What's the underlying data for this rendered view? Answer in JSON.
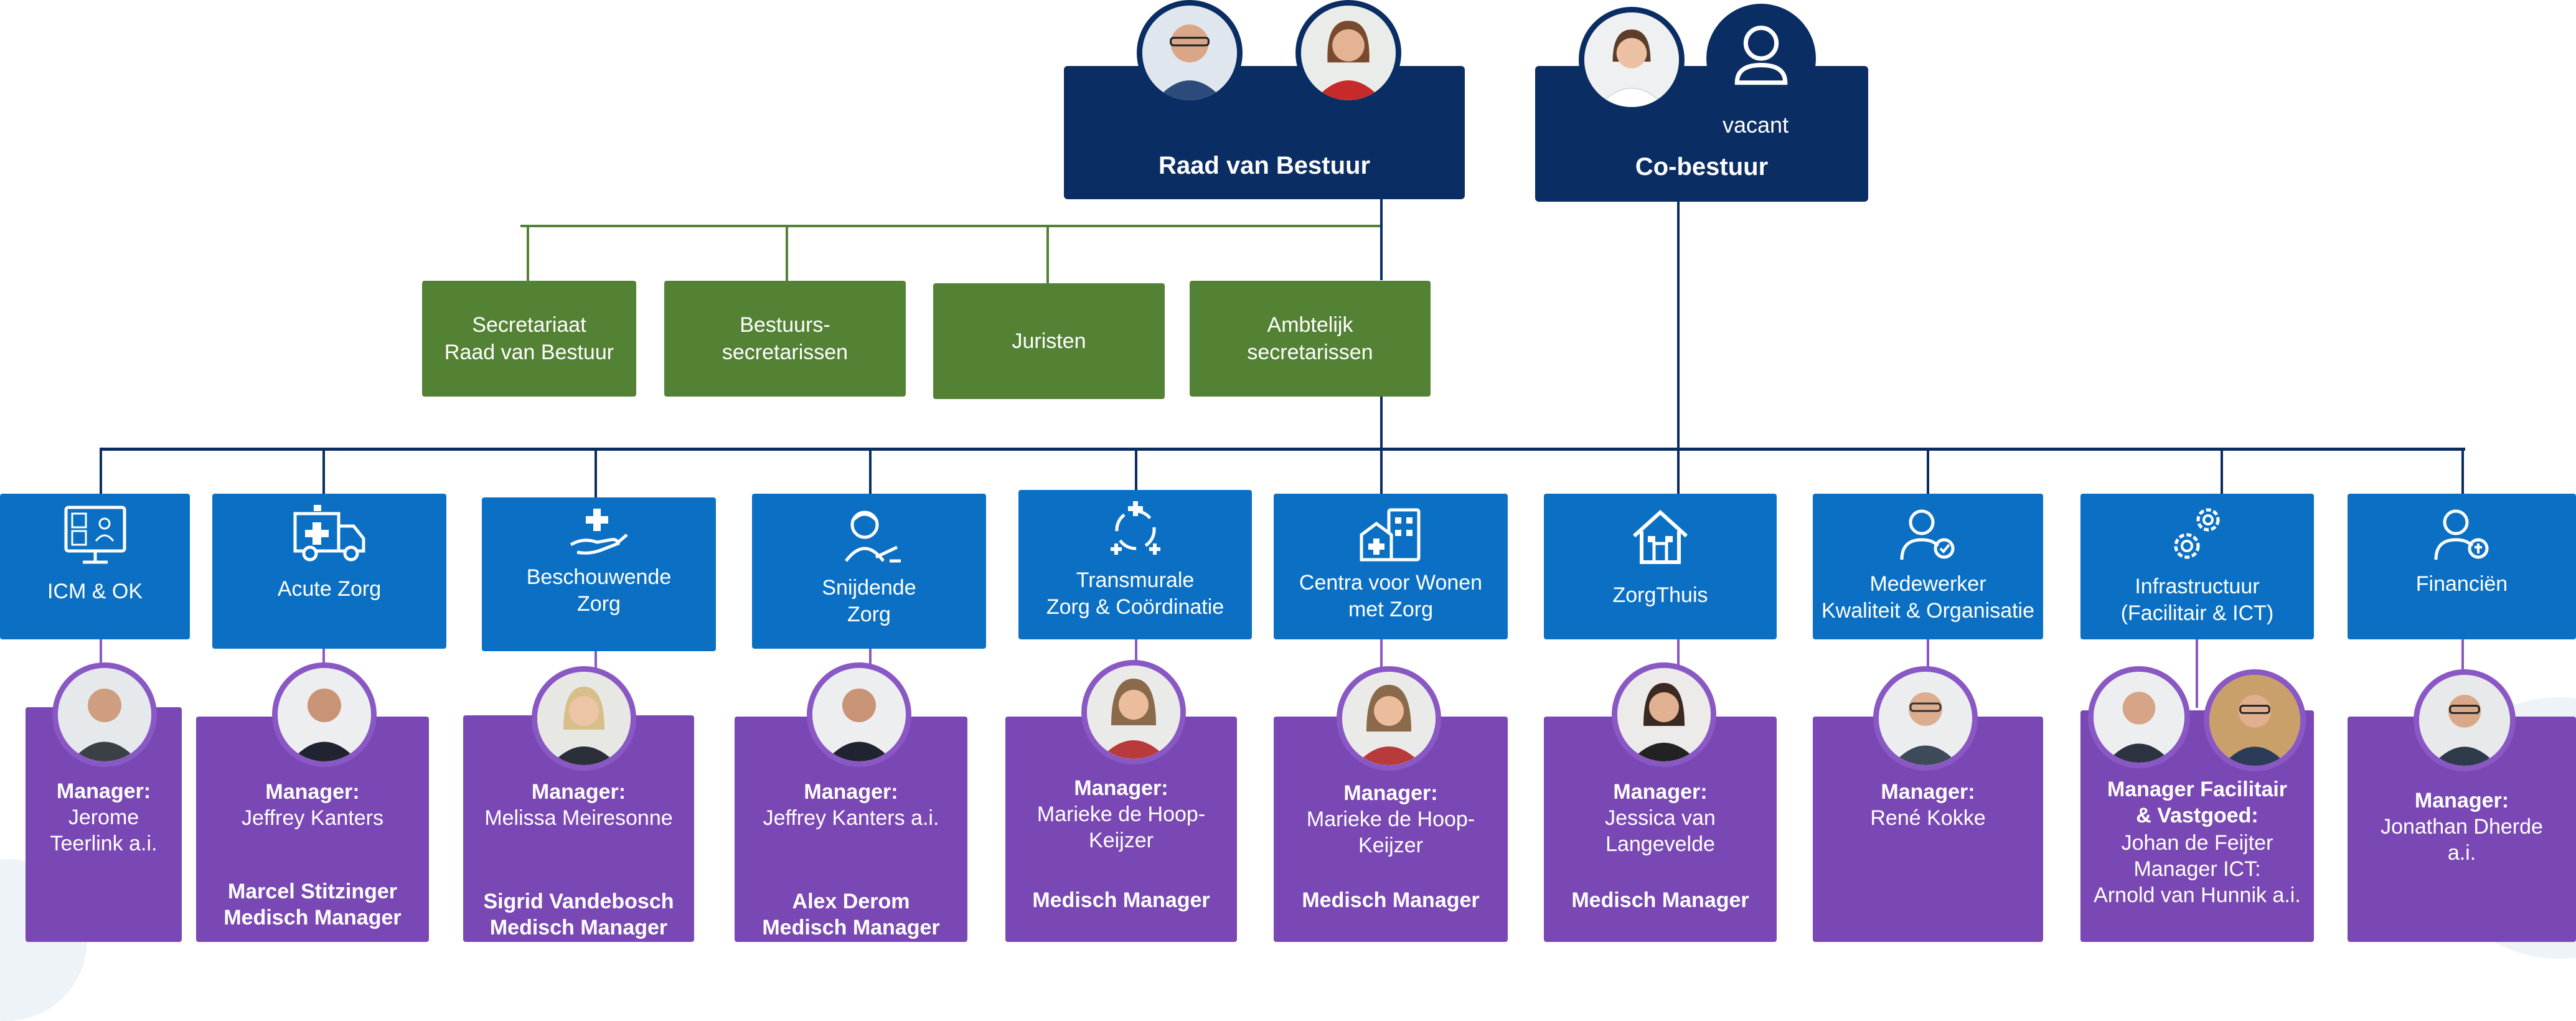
{
  "board": {
    "raad_title": "Raad van Bestuur",
    "co_title": "Co-bestuur",
    "vacant_label": "vacant"
  },
  "staff": [
    "Secretariaat\nRaad van Bestuur",
    "Bestuurs-\nsecretarissen",
    "Juristen",
    "Ambtelijk\nsecretarissen"
  ],
  "units": [
    {
      "label": "ICM & OK",
      "icon": "monitor-people-icon"
    },
    {
      "label": "Acute Zorg",
      "icon": "ambulance-icon"
    },
    {
      "label": "Beschouwende\nZorg",
      "icon": "hand-cross-icon"
    },
    {
      "label": "Snijdende\nZorg",
      "icon": "surgeon-icon"
    },
    {
      "label": "Transmurale\nZorg & Coördinatie",
      "icon": "care-cycle-icon"
    },
    {
      "label": "Centra voor Wonen\nmet Zorg",
      "icon": "care-building-icon"
    },
    {
      "label": "ZorgThuis",
      "icon": "home-icon"
    },
    {
      "label": "Medewerker\nKwaliteit & Organisatie",
      "icon": "employee-icon"
    },
    {
      "label": "Infrastructuur\n(Facilitair & ICT)",
      "icon": "gears-icon"
    },
    {
      "label": "Financiën",
      "icon": "finance-person-icon"
    }
  ],
  "managers": [
    {
      "title": "Manager:",
      "name": "Jerome\nTeerlink a.i.",
      "extra": ""
    },
    {
      "title": "Manager:",
      "name": "Jeffrey Kanters",
      "extra": "Marcel Stitzinger\nMedisch Manager"
    },
    {
      "title": "Manager:",
      "name": "Melissa Meiresonne",
      "extra": "Sigrid Vandebosch\nMedisch Manager"
    },
    {
      "title": "Manager:",
      "name": "Jeffrey Kanters a.i.",
      "extra": "Alex Derom\nMedisch Manager"
    },
    {
      "title": "Manager:",
      "name": "Marieke de Hoop-\nKeijzer",
      "extra": "Medisch Manager"
    },
    {
      "title": "Manager:",
      "name": "Marieke de Hoop-\nKeijzer",
      "extra": "Medisch Manager"
    },
    {
      "title": "Manager:",
      "name": "Jessica van\nLangevelde",
      "extra": "Medisch Manager"
    },
    {
      "title": "Manager:",
      "name": "René Kokke",
      "extra": ""
    },
    {
      "title": "Manager Facilitair\n& Vastgoed:",
      "name": "Johan de Feijter\nManager ICT:\nArnold van Hunnik a.i.",
      "extra": ""
    },
    {
      "title": "Manager:",
      "name": "Jonathan Dherde\na.i.",
      "extra": ""
    }
  ],
  "colors": {
    "navy": "#0a2d63",
    "green": "#548235",
    "blue": "#0b70c4",
    "purple": "#7a48b4"
  }
}
